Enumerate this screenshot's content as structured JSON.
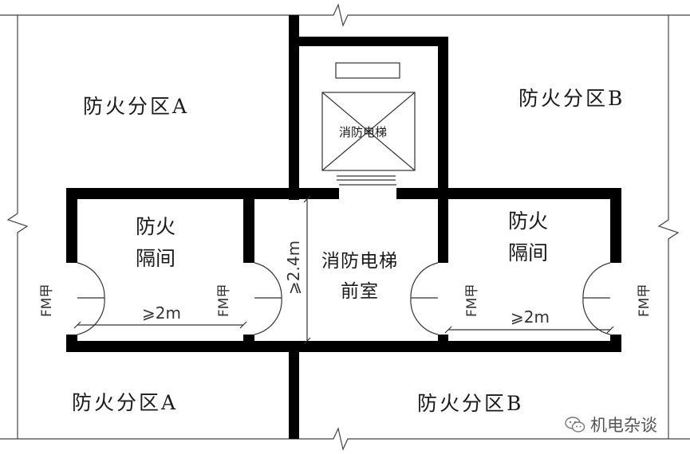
{
  "zones": {
    "top_left": "防火分区A",
    "top_right": "防火分区B",
    "bottom_left": "防火分区A",
    "bottom_right": "防火分区B"
  },
  "rooms": {
    "left_vestibule_line1": "防火",
    "left_vestibule_line2": "隔间",
    "right_vestibule_line1": "防火",
    "right_vestibule_line2": "隔间",
    "lobby_line1": "消防电梯",
    "lobby_line2": "前室",
    "elevator": "消防电梯"
  },
  "doors": [
    "FM甲",
    "FM甲",
    "FM甲",
    "FM甲"
  ],
  "dimensions": {
    "left_width": "⩾2m",
    "right_width": "⩾2m",
    "lobby_depth": "⩾2.4m"
  },
  "watermark": {
    "text": "机电杂谈",
    "icon": "wechat-icon"
  },
  "colors": {
    "wall": "#000000",
    "line": "#333333",
    "background": "#ffffff"
  }
}
